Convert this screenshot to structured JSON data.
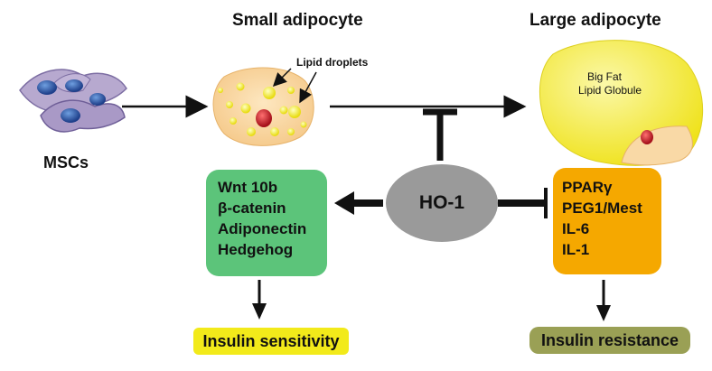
{
  "titles": {
    "small_adipocyte": "Small adipocyte",
    "large_adipocyte": "Large adipocyte",
    "mscs": "MSCs",
    "lipid_droplets": "Lipid droplets",
    "big_fat_line1": "Big Fat",
    "big_fat_line2": "Lipid Globule"
  },
  "center": {
    "label": "HO-1"
  },
  "green_box": {
    "items": [
      "Wnt 10b",
      "β-catenin",
      "Adiponectin",
      "Hedgehog"
    ]
  },
  "orange_box": {
    "items": [
      "PPARγ",
      "PEG1/Mest",
      "IL-6",
      "IL-1"
    ]
  },
  "outcomes": {
    "left": "Insulin sensitivity",
    "right": "Insulin resistance"
  },
  "colors": {
    "green_box": "#5cc47a",
    "orange_box": "#f5a800",
    "ho1_ellipse": "#9a9a9a",
    "insulin_sensitivity": "#f2ea1a",
    "insulin_resistance": "#9aa055",
    "large_cell": "#f5ef2a",
    "small_cell": "#f9d79a"
  }
}
